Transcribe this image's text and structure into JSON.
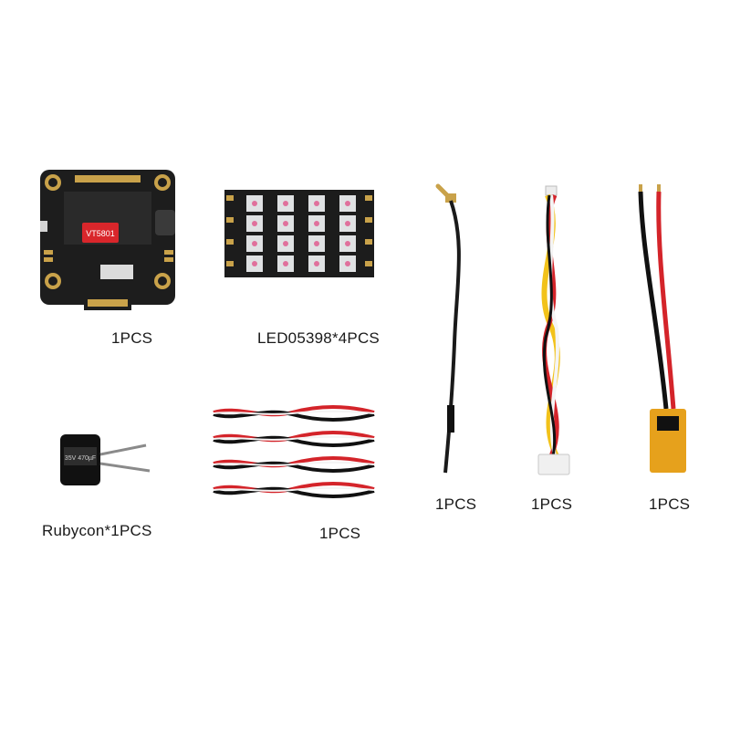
{
  "items": [
    {
      "name": "fc-board",
      "label": "1PCS"
    },
    {
      "name": "led-board",
      "label": "LED05398*4PCS"
    },
    {
      "name": "antenna",
      "label": "1PCS"
    },
    {
      "name": "connector-cable",
      "label": "1PCS"
    },
    {
      "name": "power-lead",
      "label": "1PCS"
    },
    {
      "name": "capacitor",
      "label": "Rubycon*1PCS"
    },
    {
      "name": "motor-wires",
      "label": "1PCS"
    }
  ],
  "colors": {
    "pcb": "#1c1c1c",
    "gold": "#c9a24a",
    "red": "#d4242a",
    "yellow": "#f2c21a",
    "white": "#f4f4f4",
    "black": "#111111",
    "xt60": "#e6a11c"
  }
}
